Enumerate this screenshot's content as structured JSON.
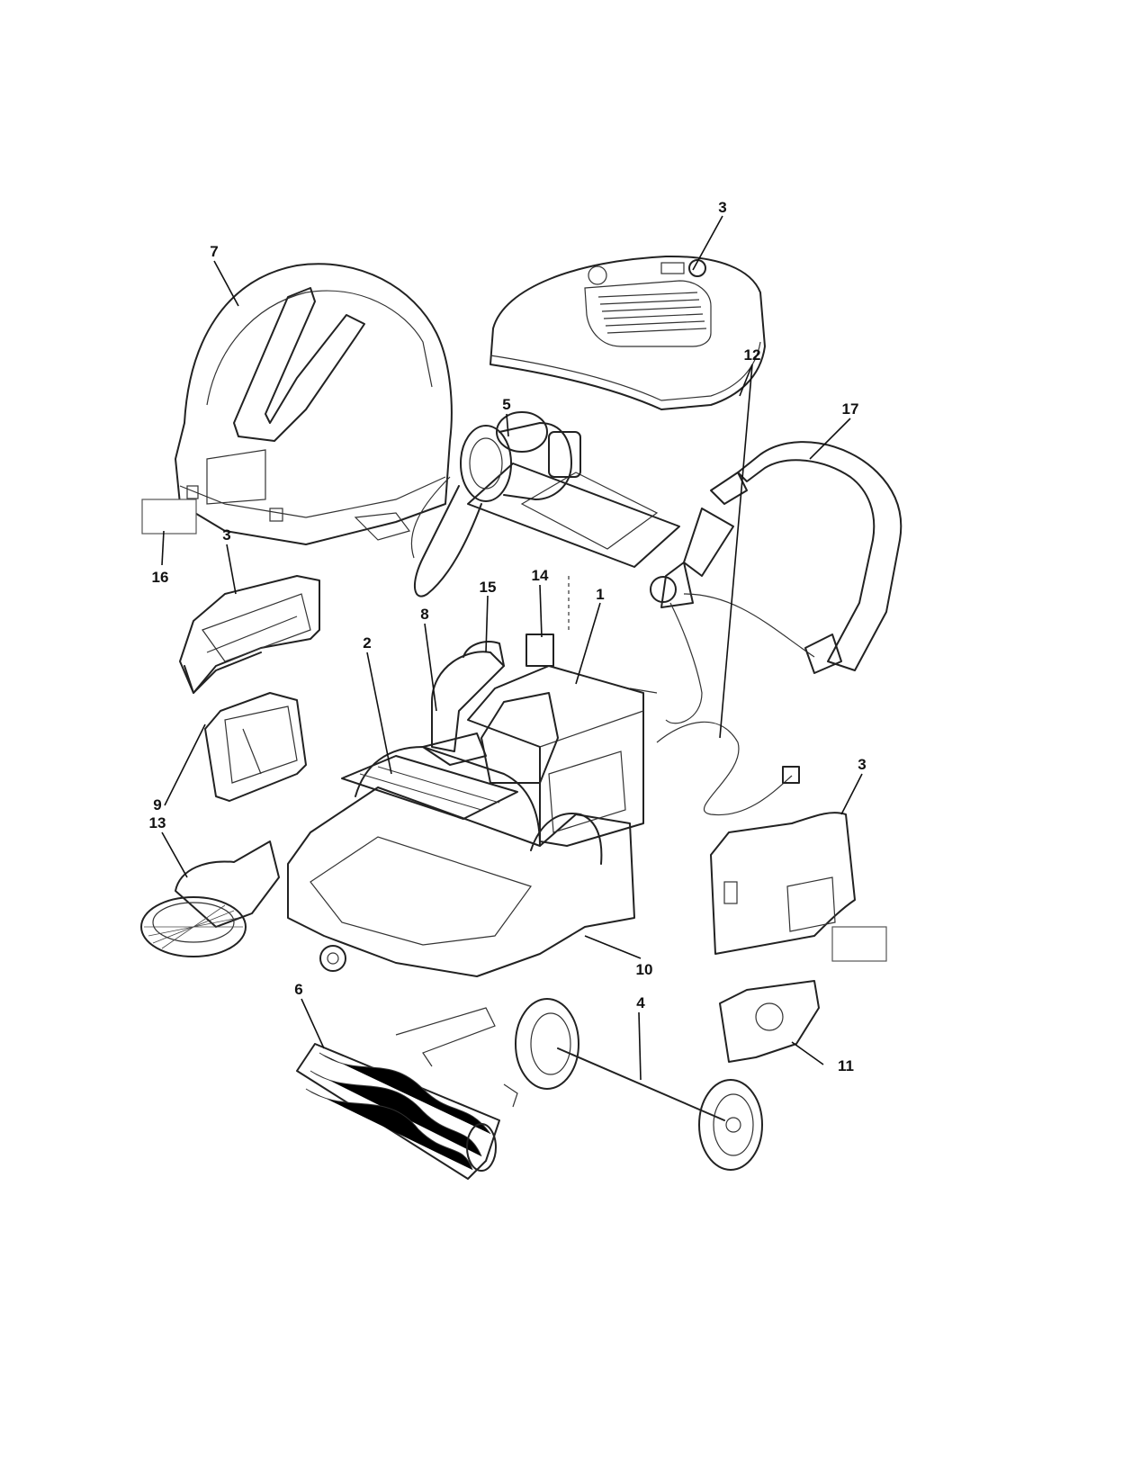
{
  "callouts": {
    "c1": "1",
    "c2": "2",
    "c3a": "3",
    "c3b": "3",
    "c3c": "3",
    "c4": "4",
    "c5": "5",
    "c6": "6",
    "c7": "7",
    "c8": "8",
    "c9": "9",
    "c10": "10",
    "c11": "11",
    "c12": "12",
    "c13": "13",
    "c14": "14",
    "c15": "15",
    "c16": "16",
    "c17": "17"
  }
}
